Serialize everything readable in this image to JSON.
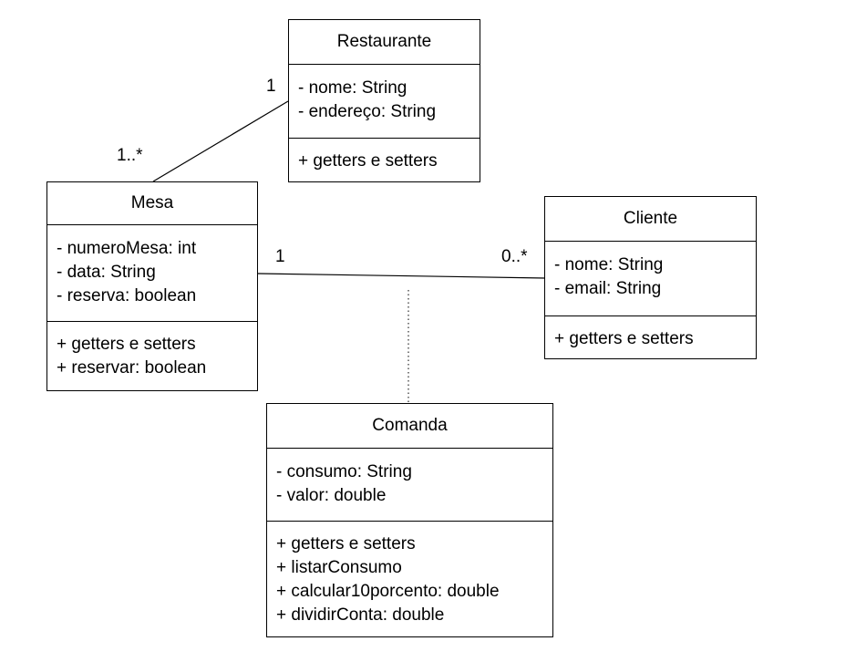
{
  "classes": {
    "restaurante": {
      "name": "Restaurante",
      "attributes": [
        "- nome: String",
        "- endereço: String"
      ],
      "operations": [
        "+ getters e setters"
      ]
    },
    "mesa": {
      "name": "Mesa",
      "attributes": [
        "- numeroMesa: int",
        "- data: String",
        "- reserva: boolean"
      ],
      "operations": [
        "+ getters e setters",
        "+ reservar: boolean"
      ]
    },
    "cliente": {
      "name": "Cliente",
      "attributes": [
        "- nome: String",
        "- email: String"
      ],
      "operations": [
        "+ getters e setters"
      ]
    },
    "comanda": {
      "name": "Comanda",
      "attributes": [
        "- consumo: String",
        "- valor: double"
      ],
      "operations": [
        "+ getters e setters",
        "+ listarConsumo",
        "+ calcular10porcento: double",
        "+ dividirConta: double"
      ]
    }
  },
  "associations": {
    "restaurante_mesa": {
      "restaurante_end": "1",
      "mesa_end": "1..*"
    },
    "mesa_cliente": {
      "mesa_end": "1",
      "cliente_end": "0..*"
    }
  }
}
